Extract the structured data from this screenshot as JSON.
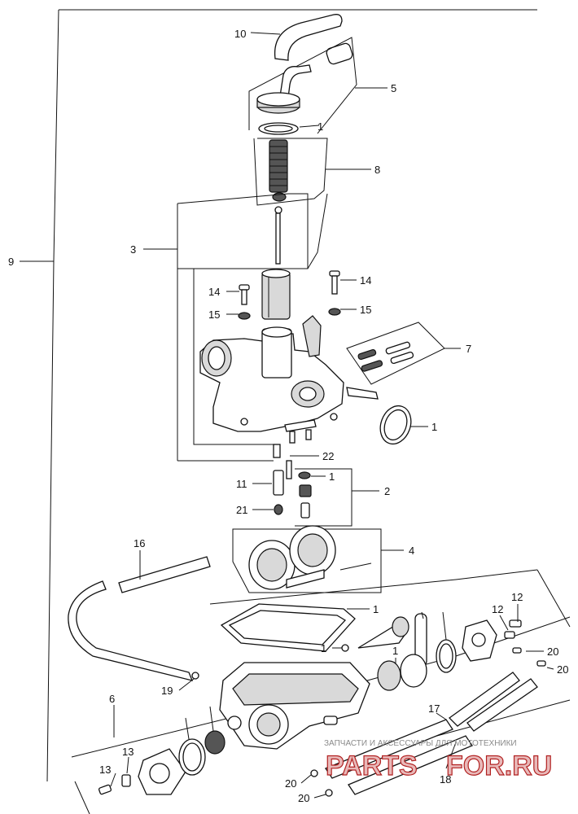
{
  "callouts": [
    "10",
    "5",
    "1",
    "8",
    "3",
    "9",
    "14",
    "14",
    "15",
    "15",
    "7",
    "1",
    "22",
    "1",
    "11",
    "2",
    "21",
    "4",
    "16",
    "1",
    "12",
    "12",
    "1",
    "1",
    "20",
    "20",
    "19",
    "6",
    "17",
    "18",
    "13",
    "13",
    "20",
    "20"
  ],
  "watermark": {
    "tagline": "ЗАПЧАСТИ И АКСЕССУАРЫ ДЛЯ МОТОТЕХНИКИ",
    "brand_left": "PARTS",
    "brand_right": "FOR.RU"
  }
}
